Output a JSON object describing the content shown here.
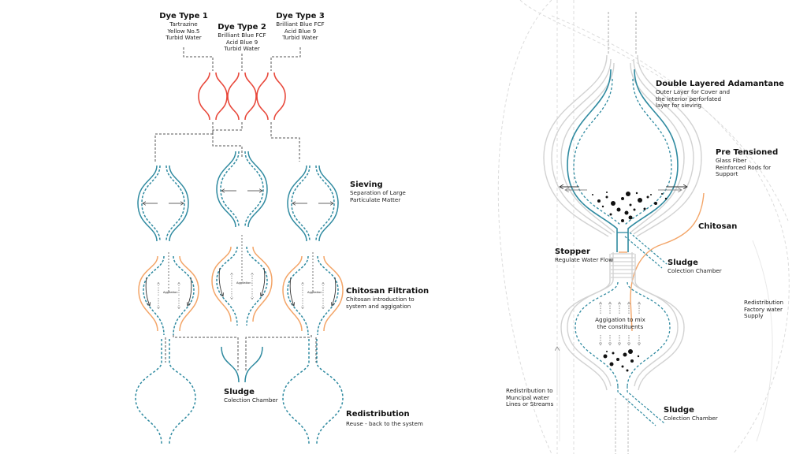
{
  "colors": {
    "teal": "#2f8aa0",
    "red": "#e8483b",
    "orange": "#f3a568",
    "gray": "#d2d2d2",
    "connector": "#555555",
    "text": "#111111"
  },
  "left_panel": {
    "dye_types": [
      {
        "title": "Dye Type 1",
        "lines": [
          "Tartrazine",
          "Yellow No.5",
          "Turbid Water"
        ]
      },
      {
        "title": "Dye Type 2",
        "lines": [
          "Brilliant Blue FCF",
          "Acid Blue 9",
          "Turbid Water"
        ]
      },
      {
        "title": "Dye Type 3",
        "lines": [
          "Brilliant Blue FCF",
          "Acid Blue 9",
          "Turbid Water"
        ]
      }
    ],
    "stages": {
      "sieving": {
        "title": "Sieving",
        "lines": [
          "Separation of Large",
          "Particulate Matter"
        ]
      },
      "chitosan_filtration": {
        "title": "Chitosan Filtration",
        "lines": [
          "Chitosan introduction to",
          "system and aggigation"
        ],
        "bulb_label": "Aggitation"
      },
      "sludge": {
        "title": "Sludge",
        "lines": [
          "Colection Chamber"
        ]
      },
      "redistribution": {
        "title": "Redistribution",
        "lines": [
          "Reuse - back to the system"
        ]
      }
    }
  },
  "right_panel": {
    "adamantane": {
      "title": "Double Layered Adamantane",
      "lines": [
        "Outer Layer for Cover and",
        "the interior perforfated",
        "layer for sieving"
      ]
    },
    "pre_tensioned": {
      "title": "Pre Tensioned",
      "lines": [
        "Glass Fiber",
        "Reinforced Rods for",
        "Support"
      ]
    },
    "chitosan": {
      "title": "Chitosan"
    },
    "stopper": {
      "title": "Stopper",
      "lines": [
        "Regulate Water Flow"
      ]
    },
    "sludge_upper": {
      "title": "Sludge",
      "lines": [
        "Colection Chamber"
      ]
    },
    "aggigation": {
      "lines": [
        "Aggigation to mix",
        "the constituents"
      ]
    },
    "redistribution_factory": {
      "lines": [
        "Redistribution",
        "Factory water",
        "Supply"
      ]
    },
    "redistribution_municipal": {
      "lines": [
        "Redistribution to",
        "Muncipal water",
        "Lines or Streams"
      ]
    },
    "sludge_lower": {
      "title": "Sludge",
      "lines": [
        "Colection Chamber"
      ]
    }
  }
}
